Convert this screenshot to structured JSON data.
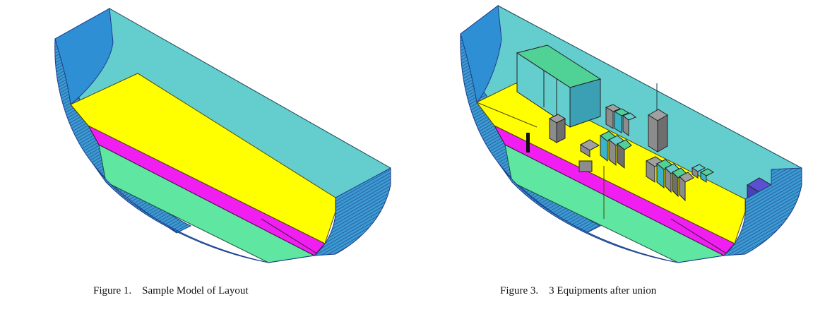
{
  "figures": [
    {
      "label": "Figure 1.",
      "title": "Sample Model of Layout"
    },
    {
      "label": "Figure 3.",
      "title": "3 Equipments after union"
    }
  ],
  "colors": {
    "wall": "#64cdcd",
    "deck": "#ffff00",
    "lower_deck": "#f01ef0",
    "bottom": "#5fe6a0",
    "hull_blue": "#3c8cdc",
    "hull_dark": "#1e46a0",
    "equipment_gray": "#8c8c8c",
    "equipment_green": "#50d296",
    "equipment_teal": "#3cb4c8",
    "tank_purple": "#5a50d2"
  }
}
